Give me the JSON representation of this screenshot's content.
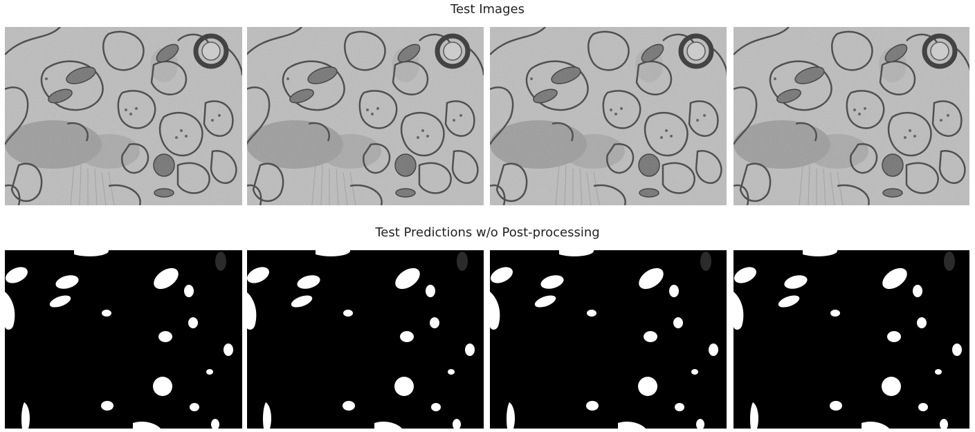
{
  "figure": {
    "top_row_title": "Test Images",
    "bottom_row_title": "Test Predictions w/o Post-processing",
    "test_images": [
      {
        "id": 1,
        "kind": "grayscale electron microscopy tile"
      },
      {
        "id": 2,
        "kind": "grayscale electron microscopy tile"
      },
      {
        "id": 3,
        "kind": "grayscale electron microscopy tile"
      },
      {
        "id": 4,
        "kind": "grayscale electron microscopy tile"
      }
    ],
    "predictions": [
      {
        "id": 1,
        "kind": "binary mask"
      },
      {
        "id": 2,
        "kind": "binary mask"
      },
      {
        "id": 3,
        "kind": "binary mask"
      },
      {
        "id": 4,
        "kind": "binary mask"
      }
    ],
    "colors": {
      "background": "#ffffff",
      "mask_bg": "#000000",
      "mask_fg": "#ffffff",
      "em_base": "#bdbdbd",
      "em_membrane": "#3a3a3a"
    }
  }
}
